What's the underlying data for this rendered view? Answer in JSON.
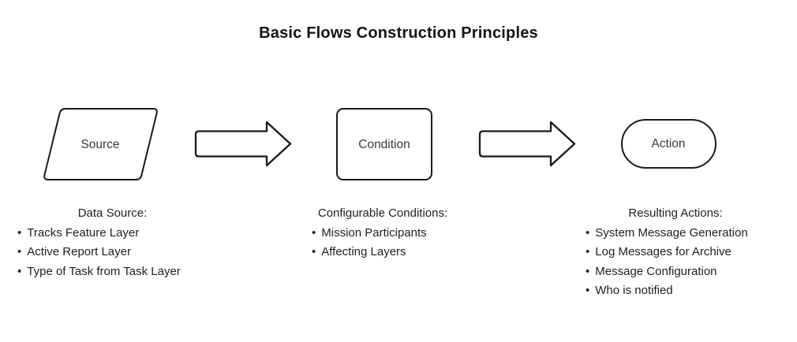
{
  "title": "Basic Flows Construction Principles",
  "flow": {
    "nodes": [
      {
        "label": "Source",
        "shape": "parallelogram"
      },
      {
        "label": "Condition",
        "shape": "rectangle"
      },
      {
        "label": "Action",
        "shape": "stadium"
      }
    ],
    "connectors": [
      {
        "icon": "block-arrow-right"
      },
      {
        "icon": "block-arrow-right"
      }
    ]
  },
  "columns": [
    {
      "header": "Data Source:",
      "items": [
        "Tracks Feature Layer",
        "Active Report Layer",
        "Type of Task from Task Layer"
      ]
    },
    {
      "header": "Configurable Conditions:",
      "items": [
        "Mission Participants",
        "Affecting Layers"
      ]
    },
    {
      "header": "Resulting Actions:",
      "items": [
        "System Message Generation",
        "Log Messages for Archive",
        "Message Configuration",
        "Who is notified"
      ]
    }
  ],
  "colors": {
    "background": "#ffffff",
    "shape_stroke": "#1a1a1a",
    "title_text": "#141414",
    "body_text": "#1f1f1f"
  }
}
